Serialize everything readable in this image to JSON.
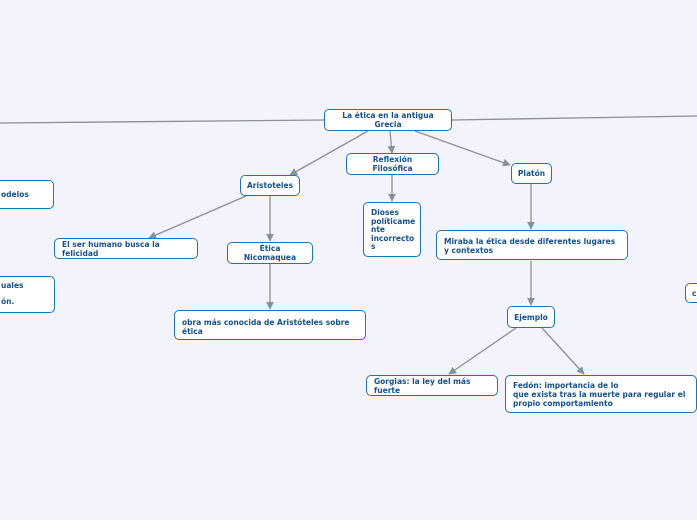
{
  "diagram": {
    "root": "La ética en la antigua Grecia",
    "nodes": {
      "aristoteles": "Aristoteles",
      "reflexion": "Reflexión Filosófica",
      "platon": "Platón",
      "ser_humano": "El ser humano busca la felicidad",
      "etica_nicomaquea": "Ética Nicomaquea",
      "obra": "obra más conocida de Aristóteles sobre ética",
      "dioses": "Dioses\npolíticame\nnte\nincorrecto\ns",
      "mirada": "Miraba la ética desde diferentes lugares y contextos",
      "ejemplo": "Ejemplo",
      "gorgias": "Gorgias: la ley del más fuerte",
      "fedon": "Fedón: importancia de lo\nque exista tras la muerte para regular el propio comportamiento",
      "left_top": "odelos",
      "left_bottom": "uales\n\nón.",
      "right_edge": "c"
    },
    "colors": {
      "border": "#1f73b7",
      "text": "#14508c",
      "line": "#8a8f98",
      "background": "#f3f4fb"
    }
  }
}
